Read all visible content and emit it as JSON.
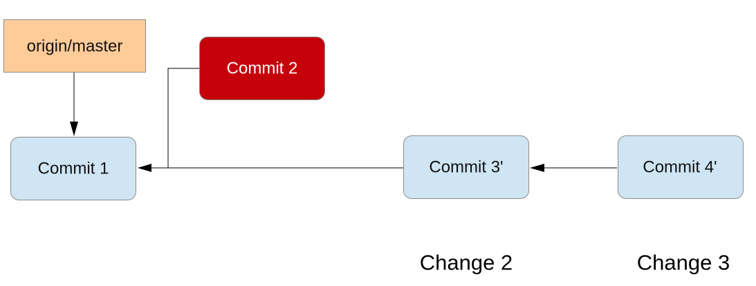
{
  "colors": {
    "branch_fill": "#ffcc99",
    "commit_fill": "#cfe5f3",
    "highlight_fill": "#c5000b",
    "highlight_text": "#ffffff",
    "edge": "#000000"
  },
  "nodes": {
    "origin_master": {
      "label": "origin/master",
      "kind": "branch"
    },
    "commit_1": {
      "label": "Commit 1",
      "kind": "commit"
    },
    "commit_2": {
      "label": "Commit 2",
      "kind": "highlighted-commit"
    },
    "commit_3": {
      "label": "Commit 3'",
      "kind": "commit"
    },
    "commit_4": {
      "label": "Commit 4'",
      "kind": "commit"
    }
  },
  "edges": [
    {
      "from": "origin_master",
      "to": "commit_1"
    },
    {
      "from": "commit_2",
      "to": "commit_1"
    },
    {
      "from": "commit_3",
      "to": "commit_1"
    },
    {
      "from": "commit_4",
      "to": "commit_3"
    }
  ],
  "captions": {
    "change_2": "Change 2",
    "change_3": "Change 3"
  }
}
